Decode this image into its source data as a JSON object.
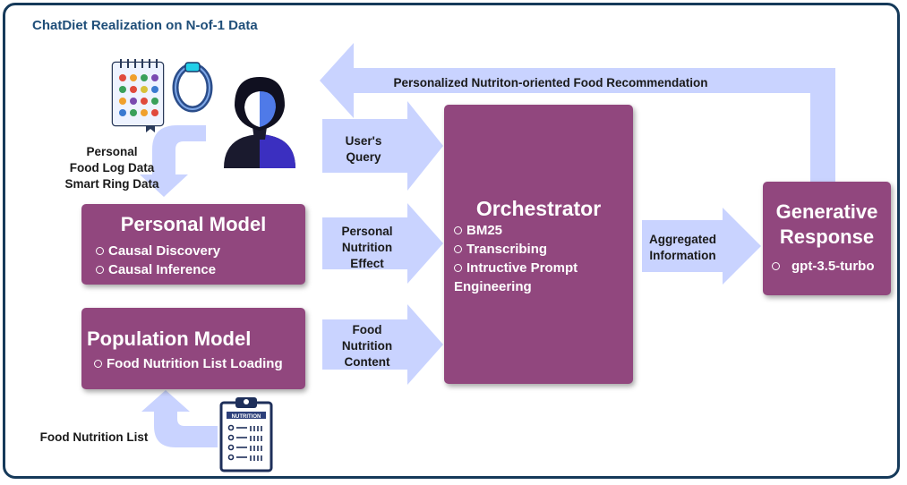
{
  "frame_title": "ChatDiet Realization on N-of-1 Data",
  "arrows": {
    "recommendation": "Personalized Nutriton-oriented Food Recommendation",
    "user_query": [
      "User's",
      "Query"
    ],
    "personal_data": [
      "Personal",
      "Food Log Data",
      "Smart Ring Data"
    ],
    "personal_effect": [
      "Personal",
      "Nutrition",
      "Effect"
    ],
    "food_content": [
      "Food",
      "Nutrition",
      "Content"
    ],
    "aggregated": [
      "Aggregated",
      "Information"
    ],
    "food_list": "Food Nutrition List"
  },
  "personal_model": {
    "title": "Personal Model",
    "items": [
      "Causal Discovery",
      "Causal Inference"
    ]
  },
  "population_model": {
    "title": "Population Model",
    "items": [
      "Food Nutrition List Loading"
    ]
  },
  "orchestrator": {
    "title": "Orchestrator",
    "items": [
      "BM25",
      "Transcribing",
      "Intructive Prompt",
      "Engineering"
    ]
  },
  "generative": {
    "title": [
      "Generative",
      "Response"
    ],
    "items": [
      "gpt-3.5-turbo"
    ]
  },
  "icons": {
    "food_log": "food-log-notebook-icon",
    "ring": "smart-ring-icon",
    "user": "user-avatar-icon",
    "nutrition_list": "nutrition-clipboard-icon"
  },
  "colors": {
    "box": "#91477e",
    "arrow": "#c9d3ff",
    "frame": "#163a5a",
    "title": "#1f4e79"
  }
}
